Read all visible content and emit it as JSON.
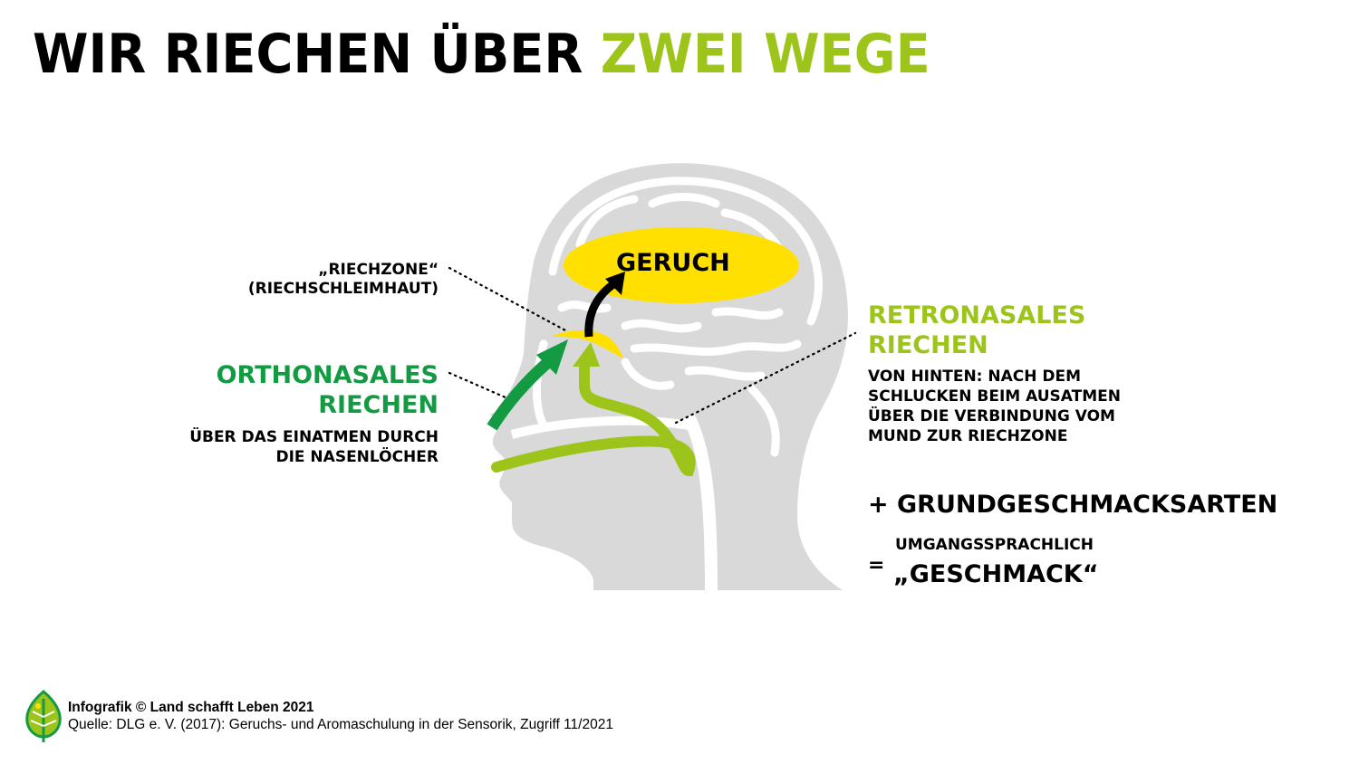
{
  "title": {
    "main": "WIR RIECHEN ÜBER",
    "accent": "ZWEI WEGE"
  },
  "colors": {
    "accent_lightgreen": "#9dc41a",
    "accent_green": "#139a43",
    "yellow": "#ffe000",
    "head_gray": "#d9d9d9",
    "text": "#000000"
  },
  "labels": {
    "riechzone": {
      "line1": "„RIECHZONE“",
      "line2": "(RIECHSCHLEIMHAUT)"
    },
    "orthonasal": {
      "title1": "ORTHONASALES",
      "title2": "RIECHEN",
      "desc1": "ÜBER DAS EINATMEN DURCH",
      "desc2": "DIE NASENLÖCHER"
    },
    "retronasal": {
      "title1": "RETRONASALES",
      "title2": "RIECHEN",
      "desc1": "VON HINTEN: NACH DEM",
      "desc2": "SCHLUCKEN BEIM AUSATMEN",
      "desc3": "ÜBER DIE VERBINDUNG VOM",
      "desc4": "MUND ZUR RIECHZONE"
    },
    "geruch": "GERUCH",
    "plus": "+ GRUNDGESCHMACKSARTEN",
    "equals": "=",
    "umgangssprachlich": "UMGANGSSPRACHLICH",
    "geschmack": "„GESCHMACK“"
  },
  "footer": {
    "line1": "Infografik © Land schafft Leben 2021",
    "line2": "Quelle: DLG e. V. (2017): Geruchs- und Aromaschulung in der Sensorik, Zugriff 11/2021"
  },
  "icons": {
    "logo": "leaf-logo-icon"
  }
}
